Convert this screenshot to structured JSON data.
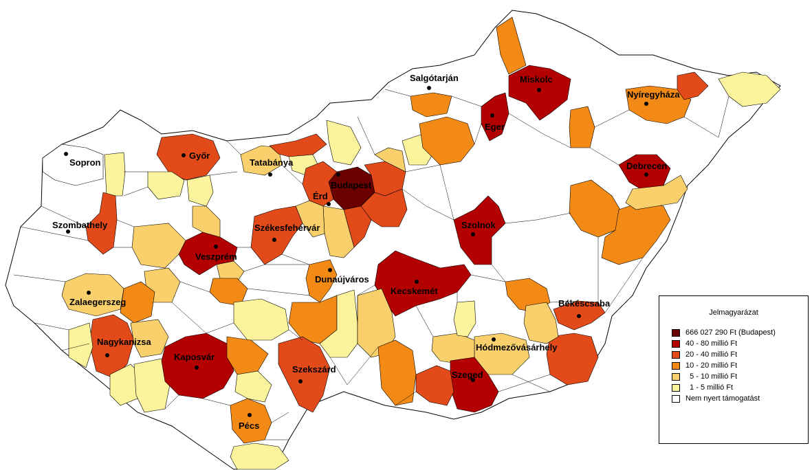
{
  "colors": {
    "budapest": "#6b0000",
    "c40_80": "#b30000",
    "c20_40": "#e34a1a",
    "c10_20": "#f28a15",
    "c5_10": "#f9d06b",
    "c1_5": "#fbf49c",
    "none": "#ffffff"
  },
  "cities": {
    "sopron": "Sopron",
    "gyor": "Győr",
    "tatabanya": "Tatabánya",
    "salgotarjan": "Salgótarján",
    "miskolc": "Miskolc",
    "nyiregyhaza": "Nyíregyháza",
    "eger": "Eger",
    "debrecen": "Debrecen",
    "budapest": "Budapest",
    "erd": "Érd",
    "szombathely": "Szombathely",
    "szekesfehervar": "Székesfehérvár",
    "szolnok": "Szolnok",
    "veszprem": "Veszprém",
    "dunaujvaros": "Dunaújváros",
    "zalaegerszeg": "Zalaegerszeg",
    "kecskemet": "Kecskemét",
    "bekescsaba": "Békéscsaba",
    "nagykanizsa": "Nagykanizsa",
    "hodmezovasarhely": "Hódmezővásárhely",
    "kaposvar": "Kaposvár",
    "szekszard": "Szekszárd",
    "szeged": "Szeged",
    "pecs": "Pécs"
  },
  "legend": {
    "title": "Jelmagyarázat",
    "items": [
      {
        "label": "666 027 290 Ft (Budapest)",
        "color": "#6b0000"
      },
      {
        "label": "40 - 80 millió Ft",
        "color": "#b30000"
      },
      {
        "label": "20 - 40 millió Ft",
        "color": "#e34a1a"
      },
      {
        "label": "10 - 20 millió Ft",
        "color": "#f28a15"
      },
      {
        "label": "  5 - 10 millió Ft",
        "color": "#f9d06b"
      },
      {
        "label": "  1 - 5 millió Ft",
        "color": "#fbf49c"
      },
      {
        "label": "Nem nyert támogatást",
        "color": "#ffffff"
      }
    ]
  }
}
